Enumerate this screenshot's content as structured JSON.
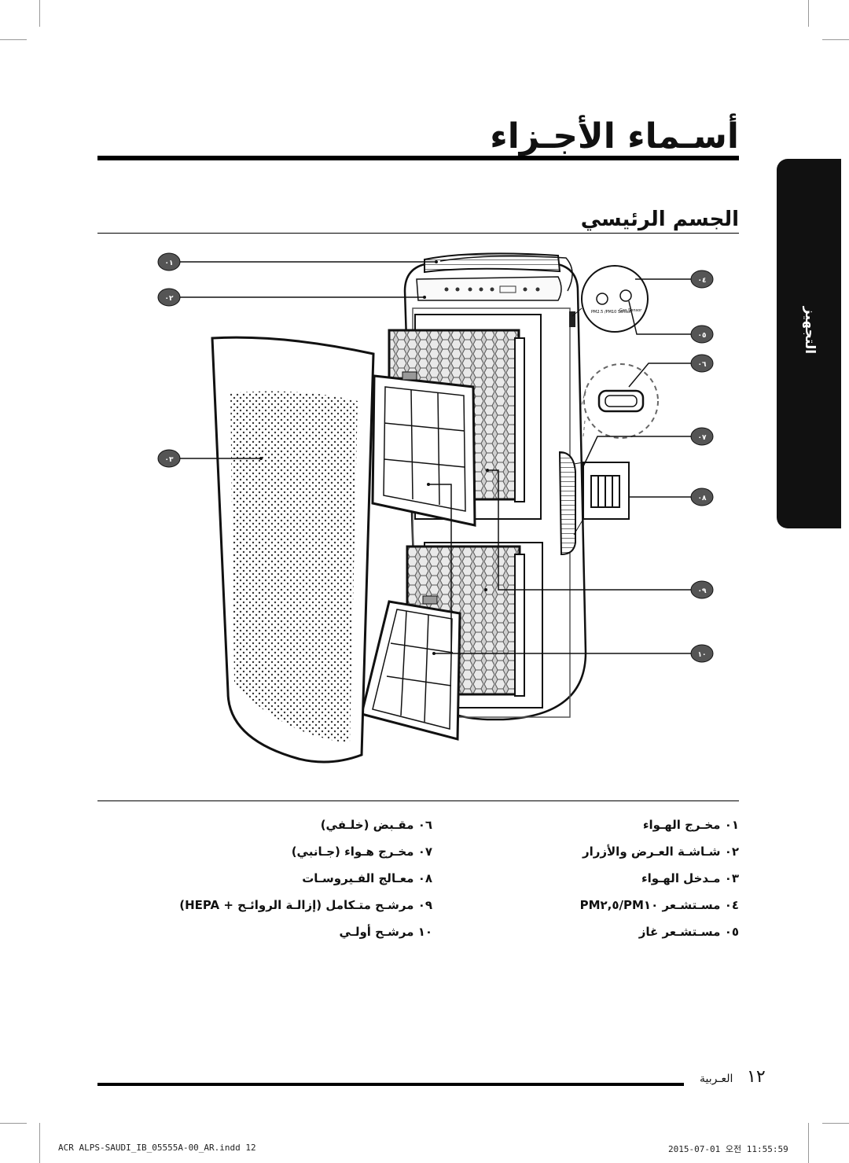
{
  "page": {
    "title": "أسـماء الأجـزاء",
    "subtitle": "الجسم الرئيسي",
    "side_tab": "التجهيز"
  },
  "callouts": [
    "٠١",
    "٠٢",
    "٠٣",
    "٠٤",
    "٠٥",
    "٠٦",
    "٠٧",
    "٠٨",
    "٠٩",
    "١٠"
  ],
  "diagram": {
    "sensor_left": "PM2.5 /PM10 Sensor",
    "sensor_right": "Gas Sensor"
  },
  "parts": {
    "right_column": [
      "٠١  مخـرج الهـواء",
      "٠٢  شـاشـة العـرض والأزرار",
      "٠٣  مـدخل الهـواء",
      "٠٤  مسـتشـعر PM١٠/PM٢,٥",
      "٠٥  مسـتشـعر غاز"
    ],
    "left_column": [
      "٠٦  مقـبض (خلـفي)",
      "٠٧  مخـرج هـواء (جـانبي)",
      "٠٨  معـالج الفـيروسـات",
      "٠٩  مرشـح متـكامل (إزالـة الروائـح + HEPA)",
      "١٠  مرشـح أولـي"
    ]
  },
  "footer": {
    "section_label": "العـربية",
    "page_number": "١٢",
    "file_slug": "ACR ALPS-SAUDI_IB_05555A-00_AR.indd   12",
    "timestamp": "2015-07-01   오전 11:55:59"
  }
}
